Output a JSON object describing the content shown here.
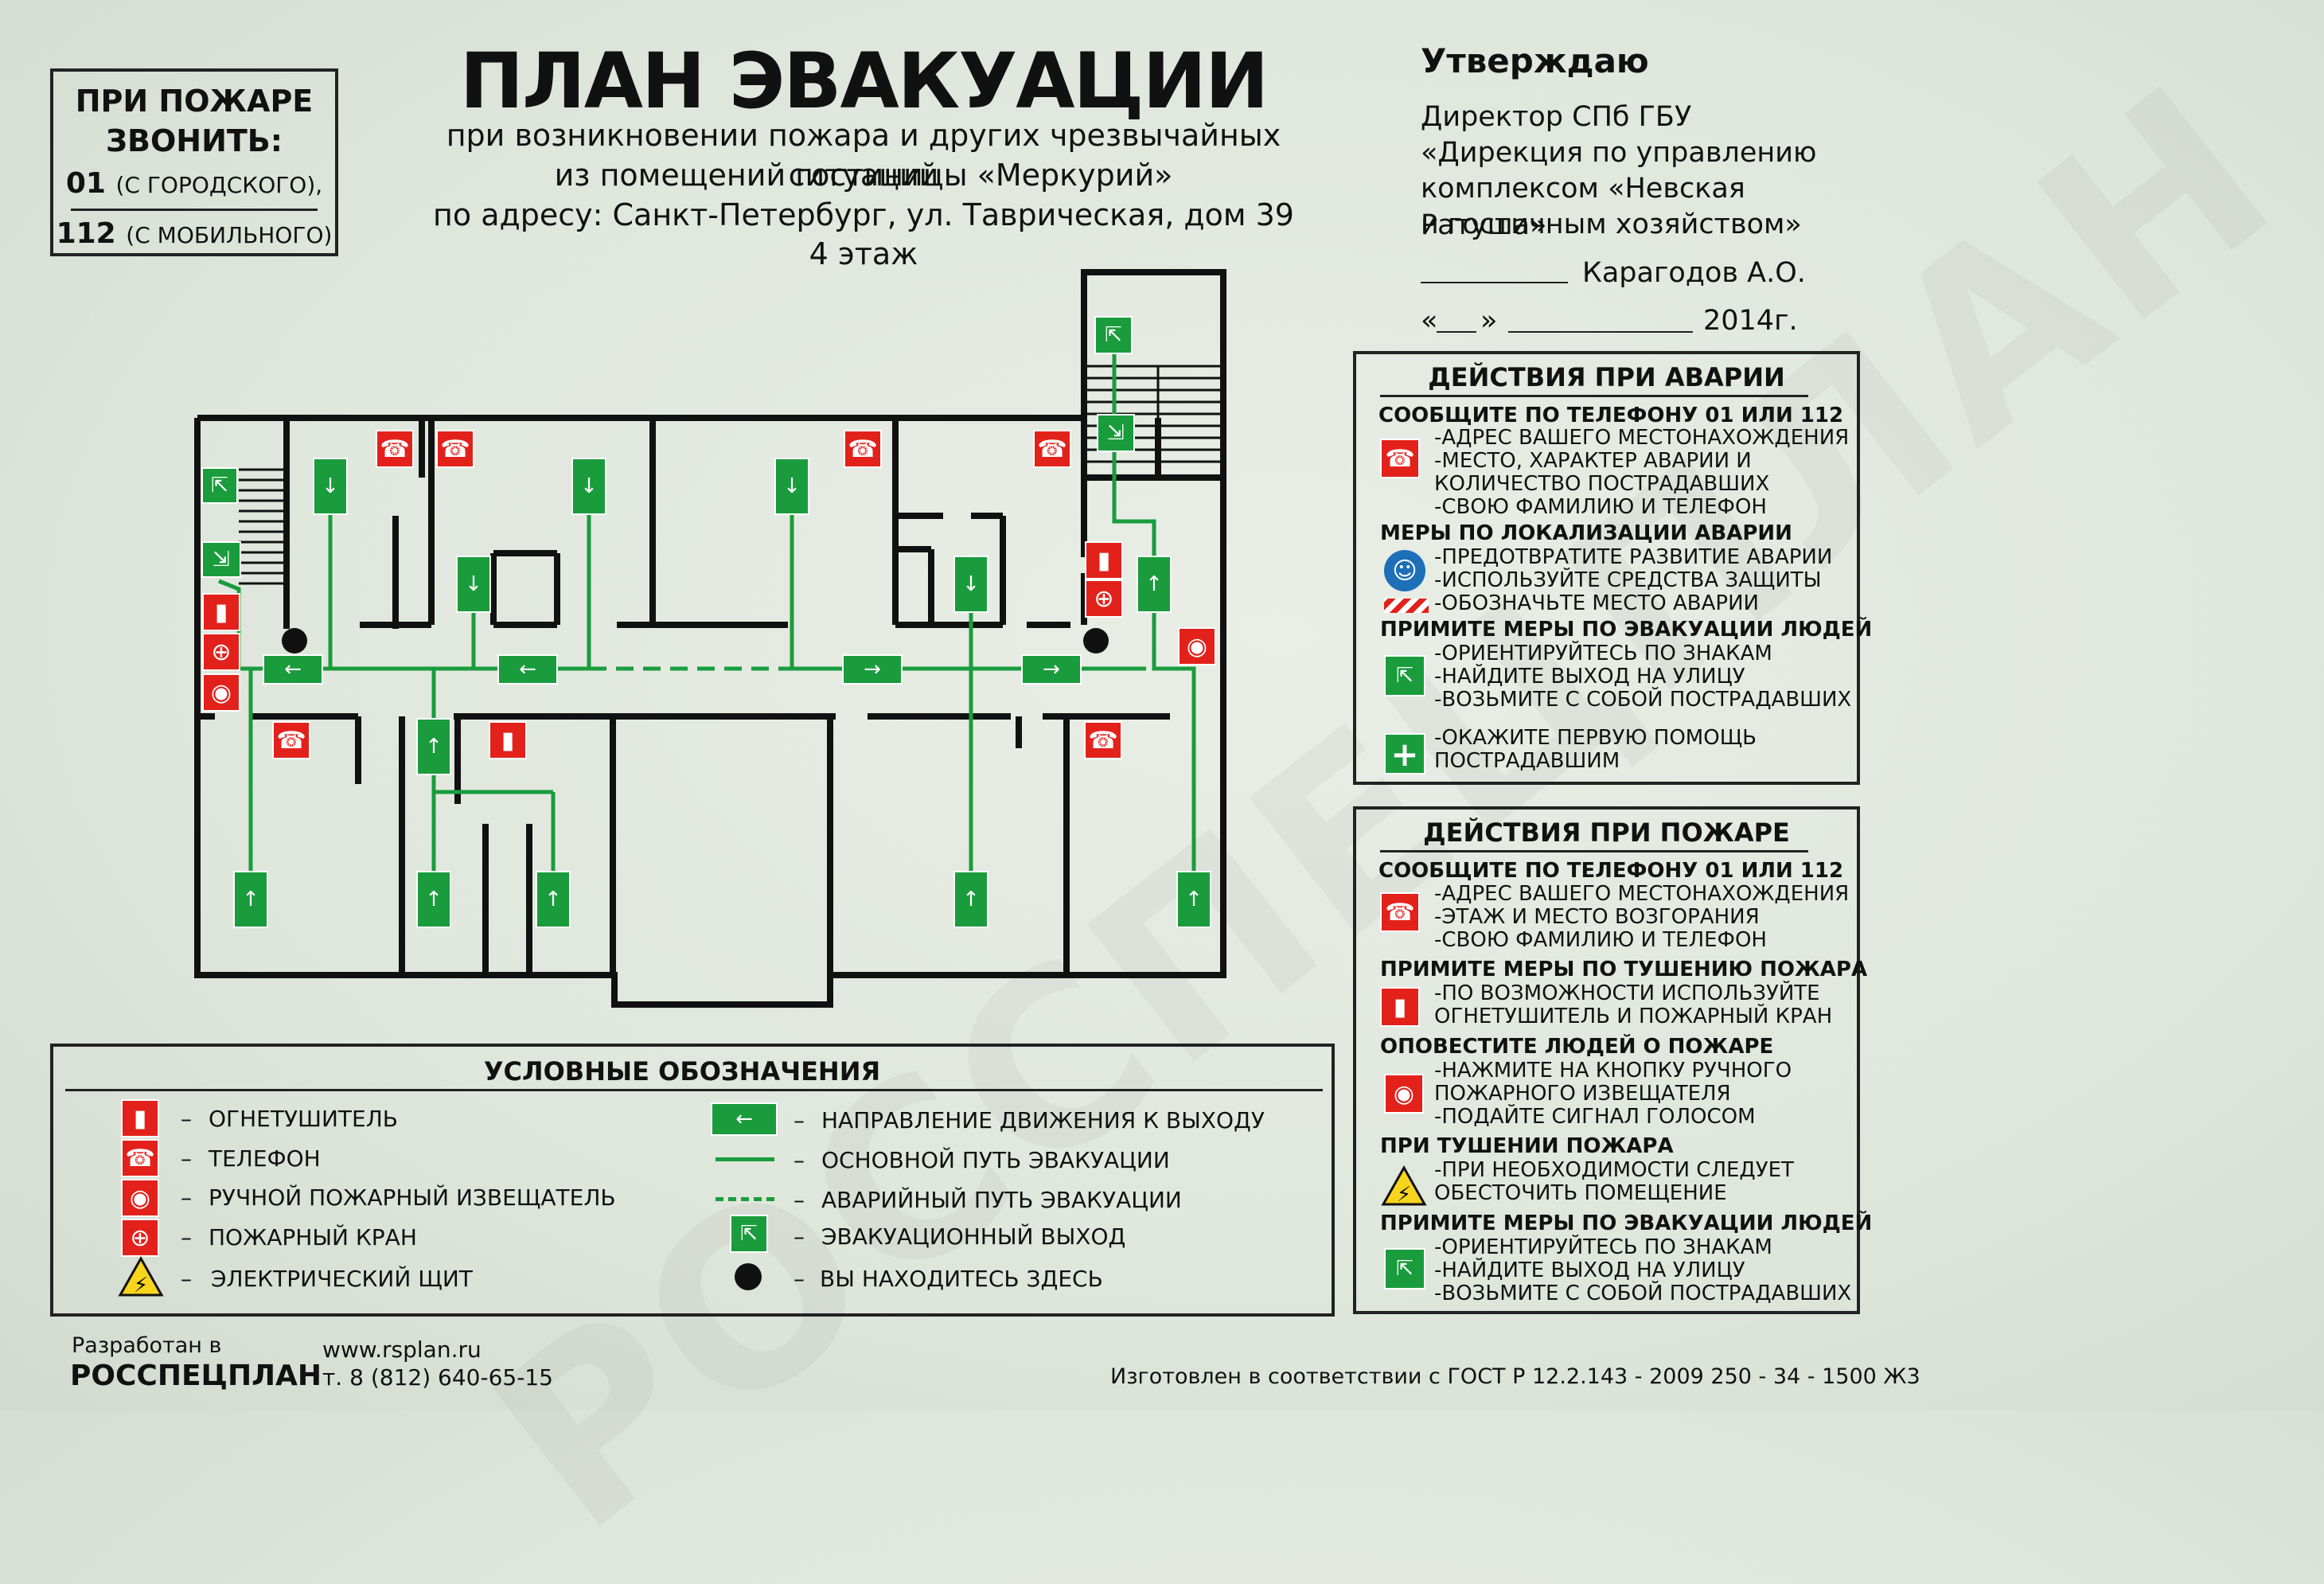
{
  "fire_call": {
    "line1": "ПРИ ПОЖАРЕ",
    "line2": "ЗВОНИТЬ:",
    "num1": "01",
    "num1_note": "(С ГОРОДСКОГО),",
    "num2": "112",
    "num2_note": "(С МОБИЛЬНОГО)"
  },
  "header": {
    "title": "ПЛАН ЭВАКУАЦИИ",
    "sub1": "при возникновении пожара и других чрезвычайных ситуаций",
    "sub2": "из помещений гостиницы «Меркурий»",
    "sub3": "по адресу: Санкт-Петербург, ул. Таврическая, дом 39",
    "sub4": "4 этаж"
  },
  "approval": {
    "title": "Утверждаю",
    "l1": "Директор СПб ГБУ",
    "l2": "«Дирекция по управлению",
    "l3": "комплексом «Невская Ратуша»",
    "l4": "и гостичным хозяйством»",
    "signer": "Карагодов А.О.",
    "quote_open": "«",
    "quote_close": "»",
    "year": "2014г."
  },
  "accident": {
    "title": "ДЕЙСТВИЯ ПРИ АВАРИИ",
    "h1": "СООБЩИТЕ ПО ТЕЛЕФОНУ  01 ИЛИ 112",
    "h1_lines": [
      "-АДРЕС ВАШЕГО МЕСТОНАХОЖДЕНИЯ",
      "-МЕСТО, ХАРАКТЕР АВАРИИ И",
      "КОЛИЧЕСТВО ПОСТРАДАВШИХ",
      "-СВОЮ ФАМИЛИЮ И  ТЕЛЕФОН"
    ],
    "h2": "МЕРЫ ПО ЛОКАЛИЗАЦИИ АВАРИИ",
    "h2_lines": [
      "-ПРЕДОТВРАТИТЕ РАЗВИТИЕ АВАРИИ",
      "-ИСПОЛЬЗУЙТЕ СРЕДСТВА ЗАЩИТЫ",
      "-ОБОЗНАЧЬТЕ МЕСТО АВАРИИ"
    ],
    "h3": "ПРИМИТЕ МЕРЫ ПО ЭВАКУАЦИИ ЛЮДЕЙ",
    "h3_lines": [
      "-ОРИЕНТИРУЙТЕСЬ ПО ЗНАКАМ",
      "-НАЙДИТЕ ВЫХОД НА УЛИЦУ",
      "-ВОЗЬМИТЕ С СОБОЙ ПОСТРАДАВШИХ"
    ],
    "h4_lines": [
      "-ОКАЖИТЕ ПЕРВУЮ ПОМОЩЬ",
      "ПОСТРАДАВШИМ"
    ]
  },
  "fire": {
    "title": "ДЕЙСТВИЯ ПРИ ПОЖАРЕ",
    "h1": "СООБЩИТЕ ПО ТЕЛЕФОНУ  01 ИЛИ 112",
    "h1_lines": [
      "-АДРЕС ВАШЕГО МЕСТОНАХОЖДЕНИЯ",
      "-ЭТАЖ И МЕСТО ВОЗГОРАНИЯ",
      "-СВОЮ ФАМИЛИЮ И  ТЕЛЕФОН"
    ],
    "h2": "ПРИМИТЕ МЕРЫ ПО ТУШЕНИЮ ПОЖАРА",
    "h2_lines": [
      "-ПО ВОЗМОЖНОСТИ ИСПОЛЬЗУЙТЕ",
      "ОГНЕТУШИТЕЛЬ И ПОЖАРНЫЙ КРАН"
    ],
    "h3": "ОПОВЕСТИТЕ ЛЮДЕЙ О ПОЖАРЕ",
    "h3_lines": [
      "-НАЖМИТЕ НА КНОПКУ РУЧНОГО",
      " ПОЖАРНОГО ИЗВЕЩАТЕЛЯ",
      "-ПОДАЙТЕ СИГНАЛ ГОЛОСОМ"
    ],
    "h4": "ПРИ ТУШЕНИИ ПОЖАРА",
    "h4_lines": [
      "-ПРИ НЕОБХОДИМОСТИ СЛЕДУЕТ",
      "ОБЕСТОЧИТЬ ПОМЕЩЕНИЕ"
    ],
    "h5": "ПРИМИТЕ МЕРЫ ПО ЭВАКУАЦИИ ЛЮДЕЙ",
    "h5_lines": [
      "-ОРИЕНТИРУЙТЕСЬ ПО ЗНАКАМ",
      "-НАЙДИТЕ ВЫХОД НА УЛИЦУ",
      "-ВОЗЬМИТЕ С СОБОЙ ПОСТРАДАВШИХ"
    ]
  },
  "legend": {
    "title": "УСЛОВНЫЕ ОБОЗНАЧЕНИЯ",
    "dash": "–",
    "left": [
      "ОГНЕТУШИТЕЛЬ",
      "ТЕЛЕФОН",
      "РУЧНОЙ ПОЖАРНЫЙ ИЗВЕЩАТЕЛЬ",
      "ПОЖАРНЫЙ КРАН",
      "ЭЛЕКТРИЧЕСКИЙ ЩИТ"
    ],
    "right": [
      "НАПРАВЛЕНИЕ ДВИЖЕНИЯ К ВЫХОДУ",
      "ОСНОВНОЙ ПУТЬ ЭВАКУАЦИИ",
      "АВАРИЙНЫЙ ПУТЬ ЭВАКУАЦИИ",
      "ЭВАКУАЦИОННЫЙ ВЫХОД",
      "ВЫ НАХОДИТЕСЬ ЗДЕСЬ"
    ]
  },
  "footer": {
    "dev1": "Разработан в",
    "dev2": "РОССПЕЦПЛАН",
    "site": "www.rsplan.ru",
    "phone": "т. 8 (812) 640-65-15",
    "gost": "Изготовлен в соответствии с ГОСТ Р 12.2.143 - 2009 250 - 34 - 1500 Ж3"
  },
  "colors": {
    "green": "#1a9c3d",
    "red": "#e3211b",
    "wall": "#111111"
  }
}
